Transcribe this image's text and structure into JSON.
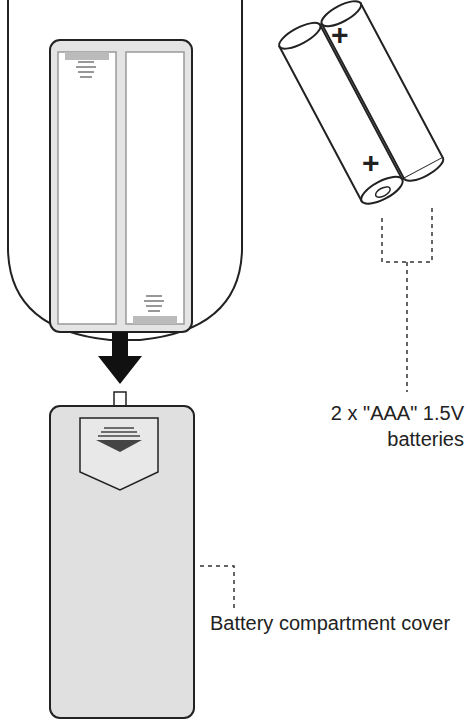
{
  "diagram": {
    "labels": [
      "+",
      "+",
      "2 x \"AAA\" 1.5V batteries",
      "Battery compartment cover"
    ]
  }
}
